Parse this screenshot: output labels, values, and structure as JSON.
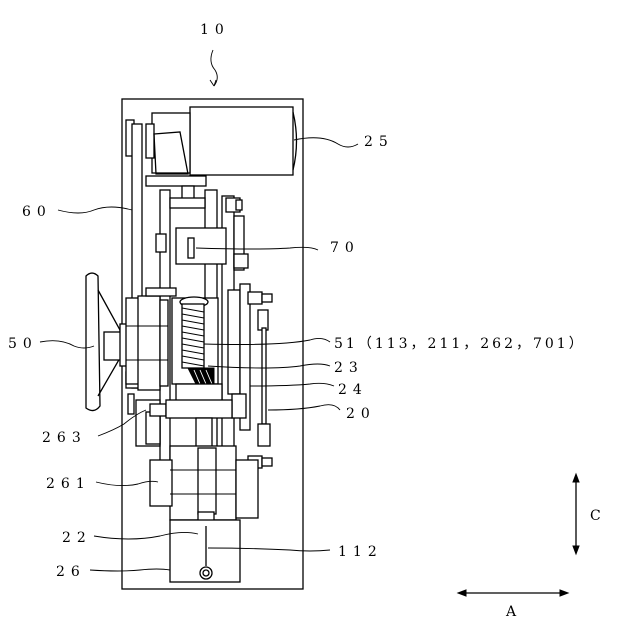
{
  "figure": {
    "labels": {
      "device": "10",
      "motor": "25",
      "frame_link": "60",
      "bracket": "70",
      "handwheel": "50",
      "gear_shaft": "51（113，211，262，701）",
      "gear": "23",
      "rod_24": "24",
      "side_rod": "20",
      "clutch": "263",
      "block_261": "261",
      "lower_part": "22",
      "wire": "112",
      "base": "26"
    },
    "arrows": {
      "vertical": "C",
      "horizontal": "A"
    }
  }
}
